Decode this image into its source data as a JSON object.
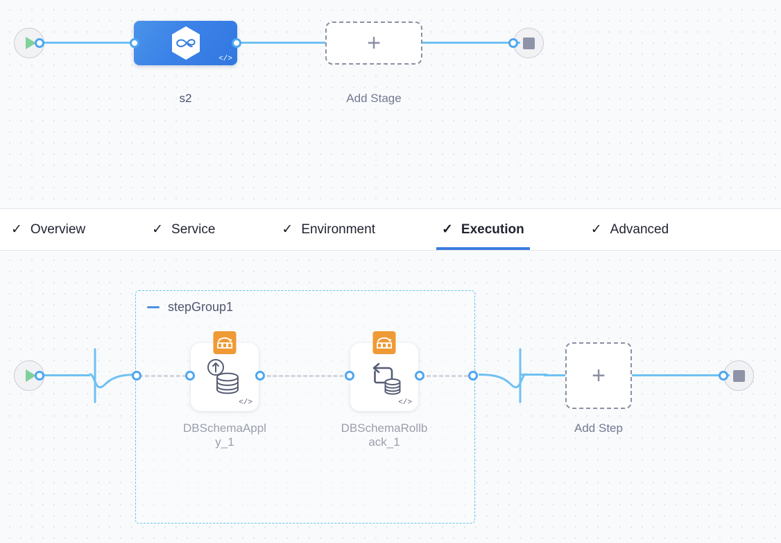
{
  "pipeline": {
    "stages_canvas": {
      "start_node": {
        "icon": "play-icon",
        "name": "pipeline-start"
      },
      "end_node": {
        "icon": "stop-icon",
        "name": "pipeline-end"
      },
      "stage": {
        "label": "s2",
        "icon": "harness-hexagon-infinity-icon",
        "code_badge": "</>"
      },
      "add_stage": {
        "label": "Add Stage",
        "icon": "plus-icon"
      }
    },
    "tabs": [
      {
        "label": "Overview",
        "icon": "check-icon",
        "active": false
      },
      {
        "label": "Service",
        "icon": "check-icon",
        "active": false
      },
      {
        "label": "Environment",
        "icon": "check-icon",
        "active": false
      },
      {
        "label": "Execution",
        "icon": "check-icon",
        "active": true
      },
      {
        "label": "Advanced",
        "icon": "check-icon",
        "active": false
      }
    ],
    "steps_canvas": {
      "start_node": {
        "icon": "play-icon",
        "name": "execution-start"
      },
      "end_node": {
        "icon": "stop-icon",
        "name": "execution-end"
      },
      "step_group": {
        "title": "stepGroup1",
        "collapse_icon": "minus-icon",
        "steps": [
          {
            "label": "DBSchemaApply_1",
            "label_line1": "DBSchemaAppl",
            "label_line2": "y_1",
            "badge_icon": "liquibase-changelog-icon",
            "art_icon": "database-apply-up-arrow-icon",
            "code_badge": "</>"
          },
          {
            "label": "DBSchemaRollback_1",
            "label_line1": "DBSchemaRollb",
            "label_line2": "ack_1",
            "badge_icon": "liquibase-changelog-icon",
            "art_icon": "database-rollback-arrow-icon",
            "code_badge": "</>"
          }
        ]
      },
      "add_step": {
        "label": "Add Step",
        "icon": "plus-icon"
      }
    }
  },
  "colors": {
    "accent_blue": "#3d7be0",
    "link_blue": "#6fc1f2",
    "port_blue": "#4da6f0",
    "stage_blue": "#3b82e8",
    "badge_orange": "#ef9a35",
    "group_border": "#62c5e8",
    "canvas_bg": "#f9fafc",
    "dot_grid": "#e3e5ea"
  }
}
